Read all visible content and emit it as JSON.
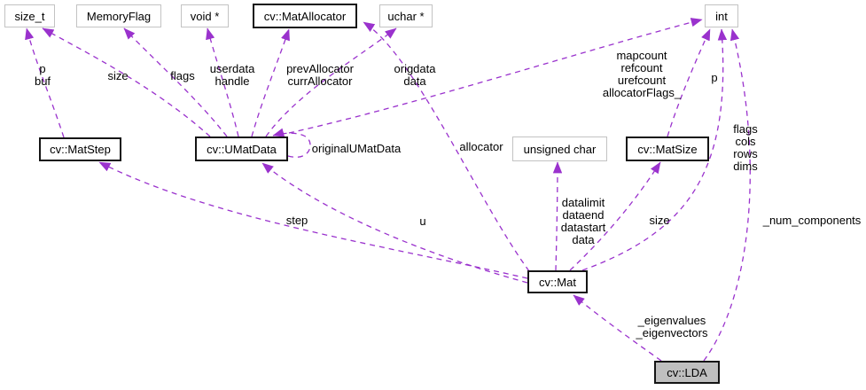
{
  "diagram": {
    "kind": "collaboration-graph",
    "colors": {
      "background": "#ffffff",
      "edge": "#9a32cd",
      "node_border_bold": "#151515",
      "node_border_plain": "#c3c3c3",
      "focus_node_fill": "#bfbfbf"
    },
    "nodes": {
      "size_t": "size_t",
      "memory_flag": "MemoryFlag",
      "void_ptr": "void *",
      "mat_allocator": "cv::MatAllocator",
      "uchar_ptr": "uchar *",
      "int": "int",
      "mat_step": "cv::MatStep",
      "umat_data": "cv::UMatData",
      "unsigned_char": "unsigned char",
      "mat_size": "cv::MatSize",
      "mat": "cv::Mat",
      "lda": "cv::LDA"
    },
    "edge_labels": {
      "matstep_to_sizet": "p\nbuf",
      "umatdata_to_sizet": "size",
      "umatdata_to_memoryflag": "flags",
      "umatdata_to_voidptr": "userdata\nhandle",
      "umatdata_to_matallocator": "prevAllocator\ncurrAllocator",
      "umatdata_to_ucharptr": "origdata\ndata",
      "umatdata_to_int": "mapcount\nrefcount\nurefcount\nallocatorFlags_",
      "umatdata_self": "originalUMatData",
      "matsize_to_int": "p",
      "mat_to_matstep": "step",
      "mat_to_umatdata": "u",
      "mat_to_matallocator": "allocator",
      "mat_to_unsignedchar": "datalimit\ndataend\ndatastart\ndata",
      "mat_to_matsize": "size",
      "mat_to_int": "flags\ncols\nrows\ndims",
      "lda_to_mat": "_eigenvalues\n_eigenvectors",
      "lda_to_int": "_num_components"
    }
  }
}
